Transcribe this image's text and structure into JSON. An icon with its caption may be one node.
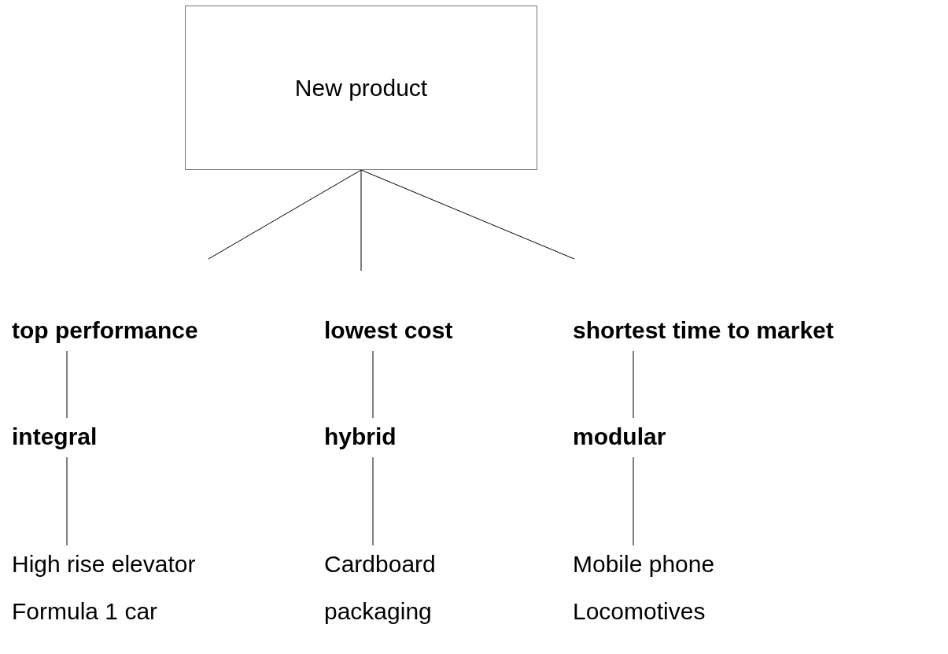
{
  "diagram": {
    "nodes": [
      {
        "text": [
          "New product"
        ]
      },
      {
        "text": [
          "top performance"
        ]
      },
      {
        "text": [
          "lowest cost"
        ]
      },
      {
        "text": [
          "shortest time to market"
        ]
      },
      {
        "text": [
          "integral"
        ]
      },
      {
        "text": [
          "hybrid"
        ]
      },
      {
        "text": [
          "modular"
        ]
      },
      {
        "text": [
          "High rise elevator",
          "Formula 1 car"
        ]
      },
      {
        "text": [
          "Cardboard packaging"
        ]
      },
      {
        "text": [
          "Mobile phone",
          "Locomotives"
        ]
      }
    ],
    "edges": [
      {
        "from": 0,
        "to": 1,
        "arrow": "none"
      },
      {
        "from": 0,
        "to": 2,
        "arrow": "none"
      },
      {
        "from": 0,
        "to": 3,
        "arrow": "none"
      },
      {
        "from": 1,
        "to": 4,
        "arrow": "none"
      },
      {
        "from": 2,
        "to": 5,
        "arrow": "none"
      },
      {
        "from": 3,
        "to": 6,
        "arrow": "none"
      },
      {
        "from": 4,
        "to": 7,
        "arrow": "none"
      },
      {
        "from": 5,
        "to": 8,
        "arrow": "none"
      },
      {
        "from": 6,
        "to": 9,
        "arrow": "none"
      }
    ]
  }
}
